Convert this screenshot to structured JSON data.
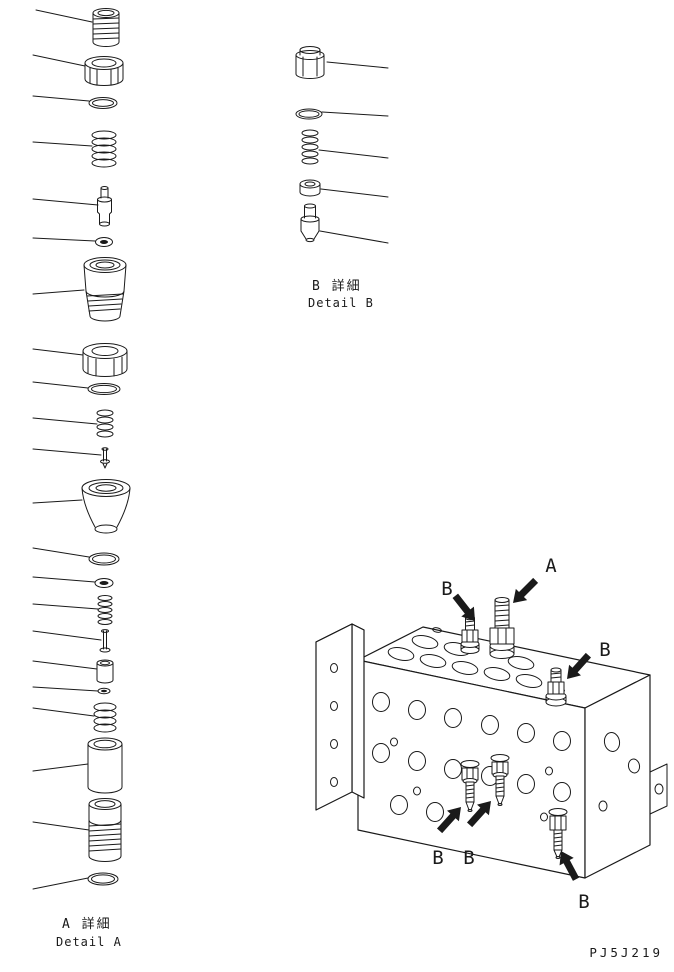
{
  "detail_a": {
    "label_jp": "A 詳細",
    "label_en": "Detail A"
  },
  "detail_b": {
    "label_jp": "B 詳細",
    "label_en": "Detail B"
  },
  "callouts": {
    "a": "A",
    "b": "B"
  },
  "drawing_number": "PJ5J219",
  "colors": {
    "ink": "#1a1a1a",
    "paper": "#ffffff"
  }
}
